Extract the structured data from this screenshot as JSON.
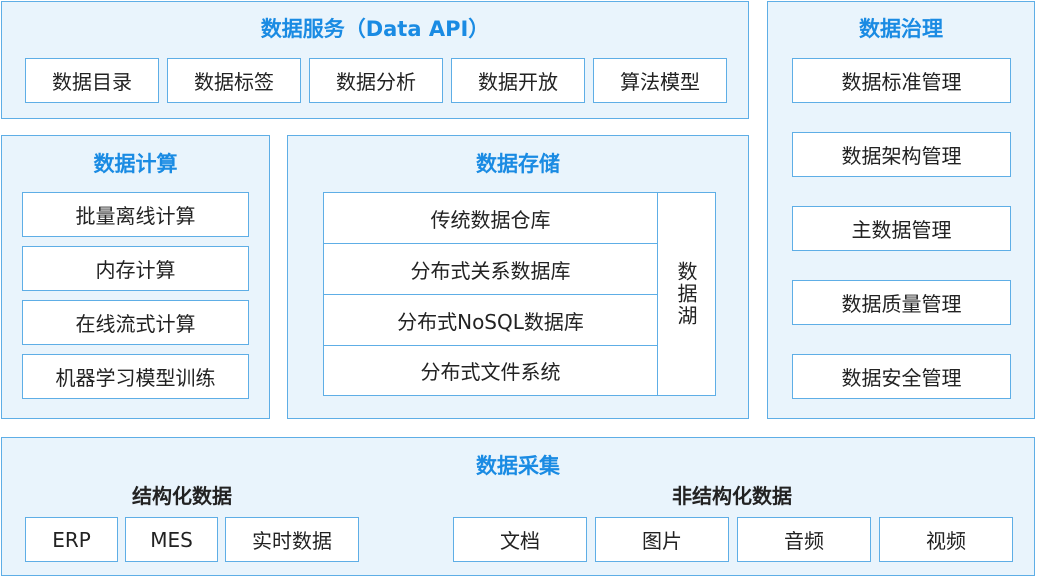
{
  "data_services": {
    "title": "数据服务（Data API）",
    "items": [
      "数据目录",
      "数据标签",
      "数据分析",
      "数据开放",
      "算法模型"
    ]
  },
  "data_governance": {
    "title": "数据治理",
    "items": [
      "数据标准管理",
      "数据架构管理",
      "主数据管理",
      "数据质量管理",
      "数据安全管理"
    ]
  },
  "data_compute": {
    "title": "数据计算",
    "items": [
      "批量离线计算",
      "内存计算",
      "在线流式计算",
      "机器学习模型训练"
    ]
  },
  "data_storage": {
    "title": "数据存储",
    "items": [
      "传统数据仓库",
      "分布式关系数据库",
      "分布式NoSQL数据库",
      "分布式文件系统"
    ],
    "lake": "数据湖"
  },
  "data_collection": {
    "title": "数据采集",
    "structured": {
      "label": "结构化数据",
      "items": [
        "ERP",
        "MES",
        "实时数据"
      ]
    },
    "unstructured": {
      "label": "非结构化数据",
      "items": [
        "文档",
        "图片",
        "音频",
        "视频"
      ]
    }
  },
  "colors": {
    "panel_bg": "#e9f4fc",
    "border": "#5eaee6",
    "title": "#1a8be3",
    "text": "#222222"
  }
}
